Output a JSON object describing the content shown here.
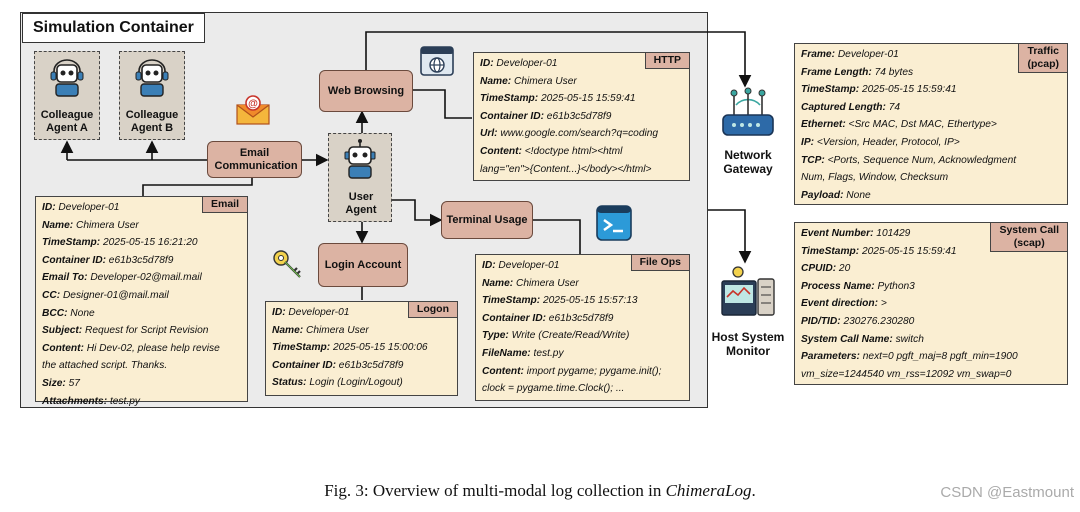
{
  "container_title": "Simulation Container",
  "agents": {
    "colleague_a": "Colleague Agent A",
    "colleague_b": "Colleague Agent B",
    "user": "User Agent"
  },
  "actions": {
    "web_browsing": "Web Browsing",
    "email_communication": "Email Communication",
    "terminal_usage": "Terminal Usage",
    "login_account": "Login Account"
  },
  "monitors": {
    "network_gateway": "Network Gateway",
    "host_system_monitor": "Host System Monitor"
  },
  "logs": {
    "http": {
      "tag": "HTTP",
      "rows": [
        {
          "k": "ID:",
          "v": " Developer-01"
        },
        {
          "k": "Name:",
          "v": " Chimera User"
        },
        {
          "k": "TimeStamp:",
          "v": " 2025-05-15 15:59:41"
        },
        {
          "k": "Container ID:",
          "v": " e61b3c5d78f9"
        },
        {
          "k": "Url:",
          "v": " www.google.com/search?q=coding"
        },
        {
          "k": "Content:",
          "v": " <!doctype html><html"
        },
        {
          "k": "",
          "v": "lang=\"en\">{Content...}</body></html>"
        }
      ]
    },
    "email": {
      "tag": "Email",
      "rows": [
        {
          "k": "ID:",
          "v": " Developer-01"
        },
        {
          "k": "Name:",
          "v": " Chimera User"
        },
        {
          "k": "TimeStamp:",
          "v": " 2025-05-15 16:21:20"
        },
        {
          "k": "Container ID:",
          "v": " e61b3c5d78f9"
        },
        {
          "k": "Email To:",
          "v": " Developer-02@mail.mail"
        },
        {
          "k": "CC:",
          "v": " Designer-01@mail.mail"
        },
        {
          "k": "BCC:",
          "v": " None"
        },
        {
          "k": "Subject:",
          "v": " Request for Script Revision"
        },
        {
          "k": "Content:",
          "v": " Hi Dev-02, please help revise"
        },
        {
          "k": "",
          "v": "the attached script. Thanks."
        },
        {
          "k": "Size:",
          "v": " 57"
        },
        {
          "k": "Attachments:",
          "v": " test.py"
        }
      ]
    },
    "logon": {
      "tag": "Logon",
      "rows": [
        {
          "k": "ID:",
          "v": " Developer-01"
        },
        {
          "k": "Name:",
          "v": " Chimera User"
        },
        {
          "k": "TimeStamp:",
          "v": " 2025-05-15 15:00:06"
        },
        {
          "k": "Container ID:",
          "v": " e61b3c5d78f9"
        },
        {
          "k": "Status:",
          "v": " Login (Login/Logout)"
        }
      ]
    },
    "fileops": {
      "tag": "File Ops",
      "rows": [
        {
          "k": "ID:",
          "v": " Developer-01"
        },
        {
          "k": "Name:",
          "v": " Chimera User"
        },
        {
          "k": "TimeStamp:",
          "v": " 2025-05-15 15:57:13"
        },
        {
          "k": "Container ID:",
          "v": " e61b3c5d78f9"
        },
        {
          "k": "Type:",
          "v": " Write (Create/Read/Write)"
        },
        {
          "k": "FileName:",
          "v": " test.py"
        },
        {
          "k": "Content:",
          "v": " import pygame; pygame.init();"
        },
        {
          "k": "",
          "v": "clock = pygame.time.Clock(); ..."
        }
      ]
    },
    "traffic": {
      "tag_line1": "Traffic",
      "tag_line2": "(pcap)",
      "rows": [
        {
          "k": "Frame:",
          "v": " Developer-01"
        },
        {
          "k": "Frame Length:",
          "v": " 74 bytes"
        },
        {
          "k": "TimeStamp:",
          "v": " 2025-05-15 15:59:41"
        },
        {
          "k": "Captured Length:",
          "v": " 74"
        },
        {
          "k": "Ethernet:",
          "v": " <Src MAC, Dst MAC, Ethertype>"
        },
        {
          "k": "IP:",
          "v": " <Version, Header, Protocol, IP>"
        },
        {
          "k": "TCP:",
          "v": " <Ports, Sequence Num, Acknowledgment"
        },
        {
          "k": "",
          "v": "Num, Flags, Window, Checksum"
        },
        {
          "k": "Payload:",
          "v": " None"
        }
      ]
    },
    "syscall": {
      "tag_line1": "System Call",
      "tag_line2": "(scap)",
      "rows": [
        {
          "k": "Event Number:",
          "v": " 101429"
        },
        {
          "k": "TimeStamp:",
          "v": " 2025-05-15 15:59:41"
        },
        {
          "k": "CPUID:",
          "v": " 20"
        },
        {
          "k": "Process Name:",
          "v": " Python3"
        },
        {
          "k": "Event direction:",
          "v": " >"
        },
        {
          "k": "PID/TID:",
          "v": " 230276.230280"
        },
        {
          "k": "System Call Name:",
          "v": " switch"
        },
        {
          "k": "Parameters:",
          "v": " next=0 pgft_maj=8 pgft_min=1900"
        },
        {
          "k": "",
          "v": "vm_size=1244540 vm_rss=12092 vm_swap=0"
        }
      ]
    }
  },
  "caption_prefix": "Fig. 3: Overview of multi-modal log collection in ",
  "caption_name": "ChimeraLog",
  "caption_suffix": ".",
  "watermark": "CSDN @Eastmount",
  "colors": {
    "container_bg": "#ebebeb",
    "agent_bg": "#d9d2c7",
    "action_bg": "#dcb3a3",
    "log_bg": "#faeed2"
  }
}
